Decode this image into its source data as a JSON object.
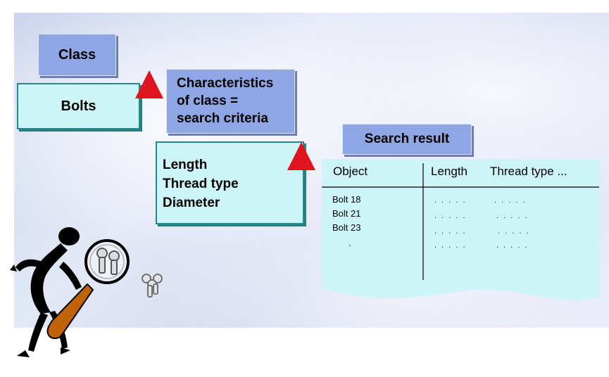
{
  "diagram": {
    "class_label": "Class",
    "bolts_label": "Bolts",
    "characteristics_lines": [
      "Characteristics",
      "of class =",
      "search criteria"
    ],
    "criteria_items": [
      "Length",
      "Thread type",
      "Diameter"
    ],
    "search_result_label": "Search result",
    "table": {
      "headers": [
        "Object",
        "Length",
        "Thread type  ..."
      ],
      "rows": [
        {
          "object": "Bolt  18",
          "length": ". . . . .",
          "thread": ". . . . ."
        },
        {
          "object": "Bolt  21",
          "length": ". . . . .",
          "thread": ". . . . ."
        },
        {
          "object": "Bolt  23",
          "length": ". . . . .",
          "thread": ". . . . ."
        },
        {
          "object": ".",
          "length": ". . . . .",
          "thread": ". . . . ."
        }
      ]
    },
    "colors": {
      "class_box": "#8fa6e4",
      "value_box": "#cdf5f7",
      "arrow": "#e0141e",
      "magnifier_handle": "#c0620a"
    },
    "icons": [
      "arrow-up-icon",
      "magnifier-person-icon",
      "bolts-icon"
    ]
  }
}
